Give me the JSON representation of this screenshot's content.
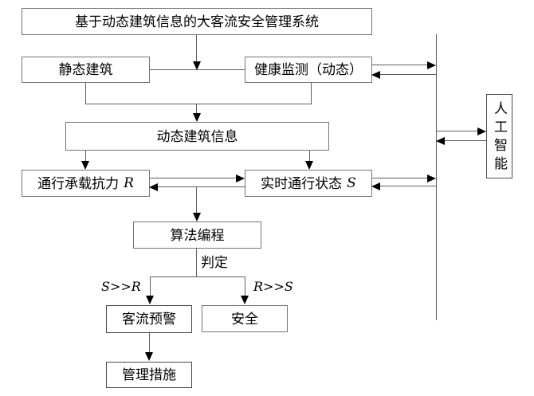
{
  "diagram": {
    "type": "flowchart",
    "boxes": {
      "title": "基于动态建筑信息的大客流安全管理系统",
      "static_building": "静态建筑",
      "health_monitoring": "健康监测（动态）",
      "dynamic_info": "动态建筑信息",
      "resistance": {
        "text": "通行承载抗力",
        "var": "R"
      },
      "status": {
        "text": "实时通行状态",
        "var": "S"
      },
      "algorithm": "算法编程",
      "warning": "客流预警",
      "safe": "安全",
      "measures": "管理措施",
      "ai": "人工智能"
    },
    "edge_labels": {
      "decision": "判定",
      "branch_left": "S>>R",
      "branch_right": "R>>S"
    },
    "colors": {
      "background": "#ffffff",
      "box_border": "#757575",
      "line": "#5e5e5e",
      "arrowhead": "#000000",
      "text": "#000000"
    }
  }
}
